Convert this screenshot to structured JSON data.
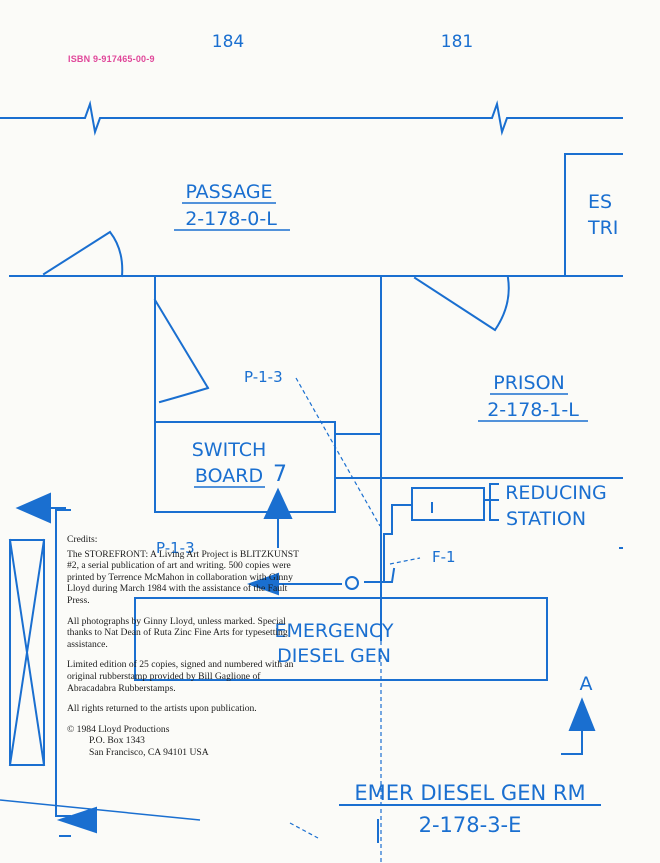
{
  "stamp": {
    "isbn": "ISBN 9-917465-00-9"
  },
  "plan": {
    "frame_numbers": [
      "184",
      "181"
    ],
    "rooms": {
      "passage": {
        "name": "PASSAGE",
        "code": "2-178-0-L"
      },
      "partial_room": {
        "line1": "ES",
        "line2": "TRI"
      },
      "prison": {
        "name": "PRISON",
        "code": "2-178-1-L"
      },
      "switchboard": {
        "line1": "SWITCH",
        "line2": "BOARD",
        "number": "7"
      },
      "reducing_station": {
        "line1": "REDUCING",
        "line2": "STATION"
      },
      "generator": {
        "line1": "EMERGENCY",
        "line2": "DIESEL GEN"
      },
      "generator_room": {
        "name": "EMER DIESEL GEN RM",
        "code": "2-178-3-E"
      }
    },
    "labels": {
      "pipe_upper": "P-1-3",
      "pipe_lower": "P-1-3",
      "fitting": "F-1",
      "section": "A"
    }
  },
  "credits": {
    "heading": "Credits:",
    "para1": "The STOREFRONT: A Living Art Project is BLITZKUNST #2, a serial publication of art and writing. 500 copies were printed by Terrence McMahon in collaboration with Ginny Lloyd during March 1984 with the assistance of the Fault Press.",
    "para2": "All photographs by Ginny Lloyd, unless marked. Special thanks to Nat Dean of Ruta Zinc Fine Arts for typesetting assistance.",
    "para3": "Limited edition of 25 copies, signed and numbered with an original rubberstamp provided by Bill Gaglione of Abracadabra Rubberstamps.",
    "para4": "All rights returned to the artists upon publication.",
    "address": {
      "line1": "© 1984 Lloyd Productions",
      "line2": "P.O. Box 1343",
      "line3": "San Francisco, CA 94101 USA"
    }
  },
  "colors": {
    "blueprint": "#1a6fd0",
    "stamp": "#e0479a",
    "paper": "#fbfbf8",
    "text": "#1c1c1c"
  }
}
